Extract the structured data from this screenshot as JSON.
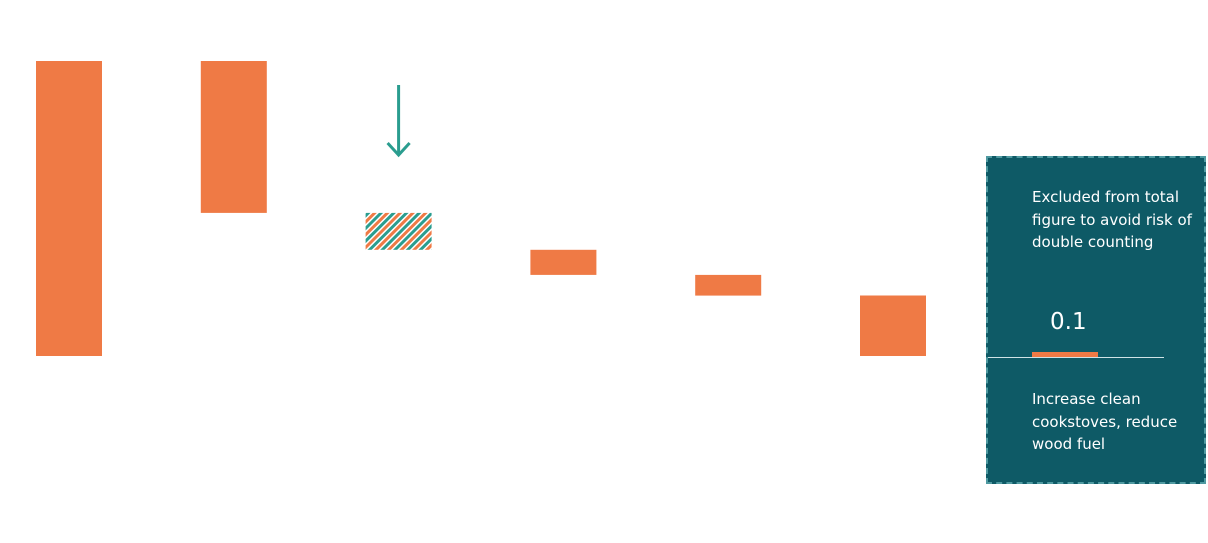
{
  "chart_data": {
    "type": "waterfall",
    "colors": {
      "bar": "#ef7a45",
      "hatch": "#2a9d8f",
      "arrow": "#2a9d8f",
      "panel": "#0e5a66"
    },
    "steps": [
      {
        "value": 100,
        "kind": "total"
      },
      {
        "value": -51.5,
        "kind": "decrease"
      },
      {
        "value": -12.5,
        "kind": "excluded-hatched"
      },
      {
        "value": -8.5,
        "kind": "decrease"
      },
      {
        "value": -7,
        "kind": "decrease"
      },
      {
        "value": -20.5,
        "kind": "decrease"
      }
    ],
    "ylim": [
      0,
      100
    ],
    "grid": false,
    "annotations": [
      {
        "type": "arrow-down",
        "target_step": 2
      }
    ],
    "side_panel": {
      "note": "Excluded from total figure to avoid risk of double counting",
      "value": "0.1",
      "category": "Increase clean cookstoves, reduce wood fuel"
    }
  }
}
